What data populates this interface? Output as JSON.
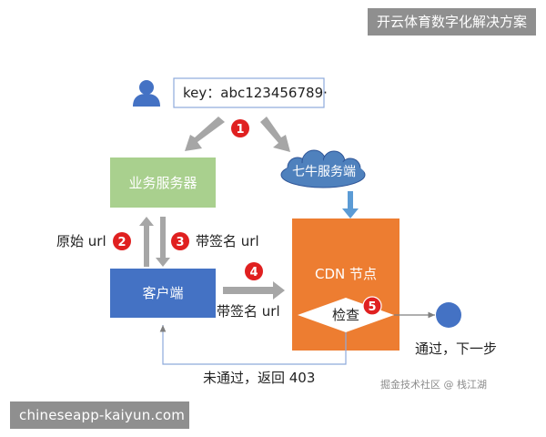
{
  "banners": {
    "top": "开云体育数字化解决方案",
    "bottom": "chineseapp-kaiyun.com"
  },
  "diagram": {
    "key_label": "key：abc123456789·",
    "nodes": {
      "business_server": "业务服务器",
      "qiniu_server": "七牛服务端",
      "client": "客户端",
      "cdn_node": "CDN 节点",
      "check": "检查"
    },
    "steps": [
      "1",
      "2",
      "3",
      "4",
      "5"
    ],
    "labels": {
      "original_url": "原始 url",
      "signed_url_up": "带签名 url",
      "signed_url_right": "带签名 url",
      "pass_next": "通过，下一步",
      "fail_return": "未通过，返回 403"
    },
    "watermark": "掘金技术社区 @ 栈江湖",
    "colors": {
      "business_server": "#a9d08e",
      "client": "#4472c4",
      "cdn_node": "#ed7d31",
      "cloud": "#4f81bd",
      "step_badge": "#e02020",
      "arrow_gray": "#a6a6a6",
      "arrow_blue": "#5b9bd5",
      "end_dot": "#4472c4"
    }
  }
}
